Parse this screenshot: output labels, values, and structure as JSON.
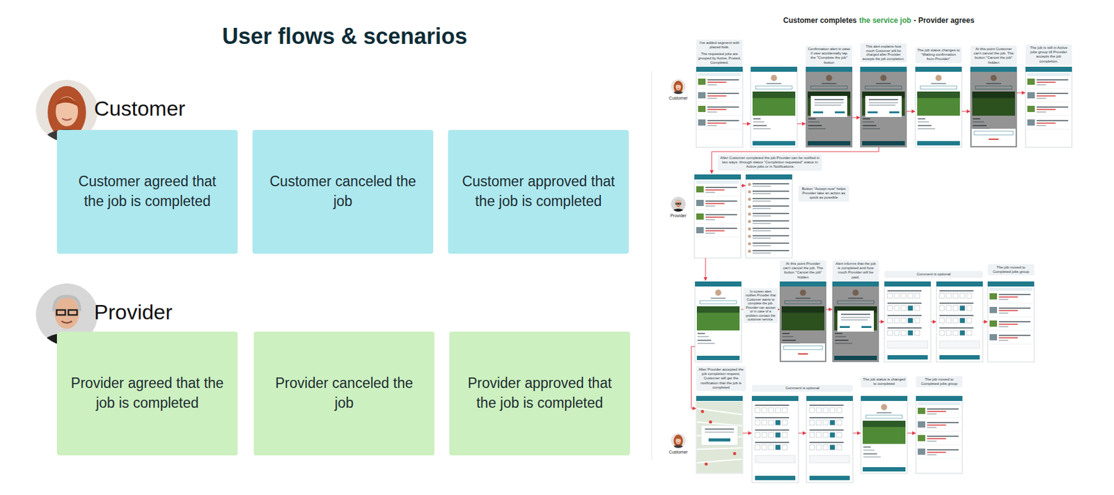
{
  "diagram": {
    "title": "User flows & scenarios",
    "nodes": [
      {
        "text": [
          "Customer agreed that the job is completed"
        ]
      },
      {
        "text": [
          "Customer canceled the job"
        ]
      },
      {
        "text": [
          "Customer approved that the job is completed"
        ]
      },
      {
        "text": [
          "Provider agreed that the job is completed"
        ]
      },
      {
        "text": [
          "Provider canceled the job"
        ]
      },
      {
        "text": [
          "Provider approved that the job is completed"
        ]
      }
    ],
    "labels": [
      "Customer",
      "Provider",
      "Customer completes",
      "the service job",
      "- Provider agrees",
      "I've added segment with placed bids.",
      "The requested jobs are grouped by Active, Posted, Completed.",
      "Confirmation alert in case if user accidentally tap the \"Complete the job\" button",
      "This alert explains how much Customer will be charged after Provider accepts the job completion.",
      "The job status changes to \"Waiting confirmation from Provider\"",
      "At this point Customer can't cancel the job. The button \"Cancel the job\" hidden",
      "The job is still in Active jobs group till Provider accepts the job completion.",
      "After Customer completed the job Provider can be notified in two ways: through status \"Completion requested\" status in Active jobs or in Notifications",
      "Button \"Accept now\" helps Provider take an action as quick as possible",
      "At this point Provider can't cancel the job. The button \"Cancel the job\" hidden",
      "In-screen alert notifies Provider that Customer wants to complete the job. Provider can accept or in case of a problem contact the customer service.",
      "Alert informs that the job is completed and how much Provider will be paid.",
      "Comment is optional",
      "The job moved to Completed jobs group",
      "After Provider accepted the job completion request, Customer will get the notification that the job is completed",
      "Comment is optional",
      "The job status is changed to completed",
      "The job moved to Completed jobs group",
      "Customer",
      "Provider",
      "Customer"
    ]
  }
}
